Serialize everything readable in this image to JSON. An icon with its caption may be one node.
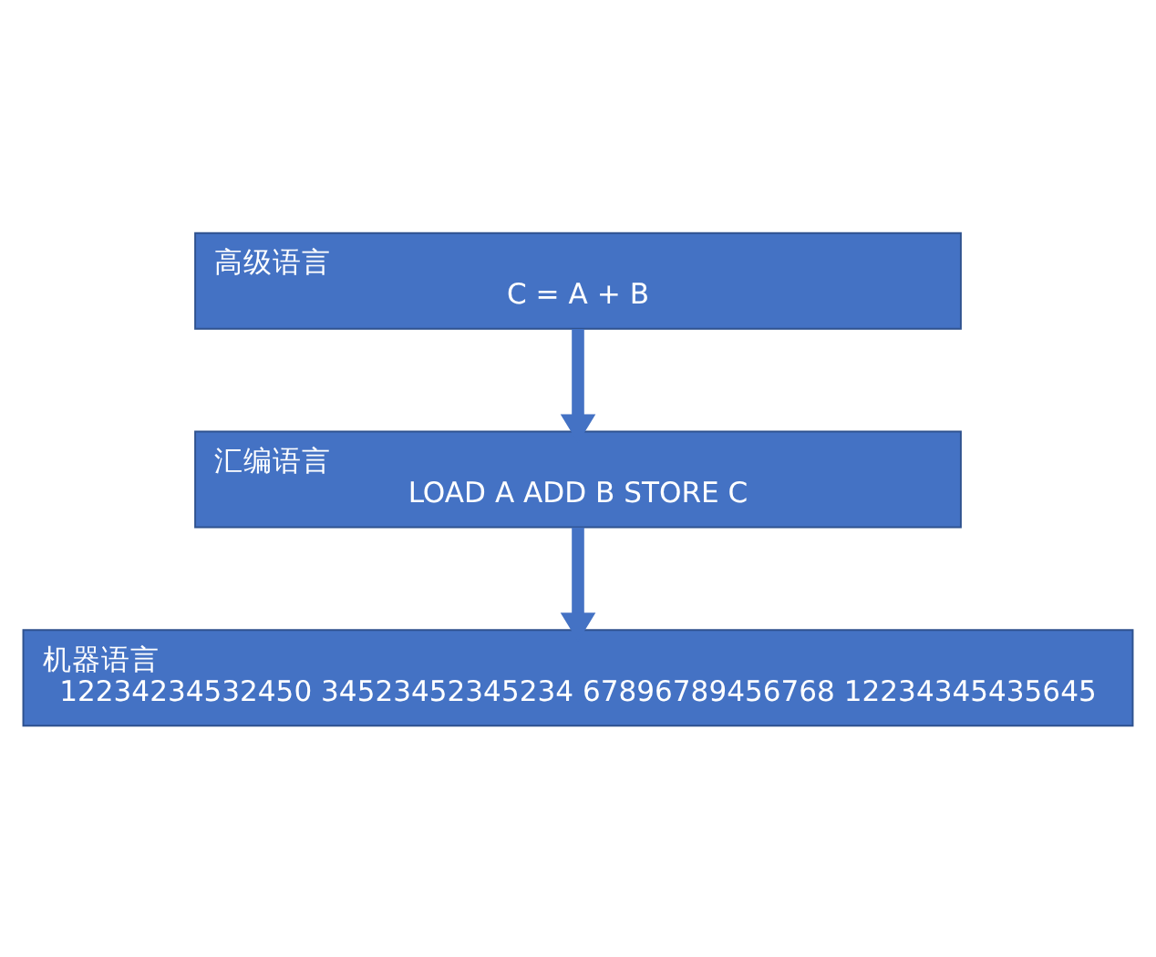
{
  "diagram": {
    "nodes": [
      {
        "text": [
          "高级语言",
          "C = A + B"
        ]
      },
      {
        "text": [
          "汇编语言",
          "LOAD A ADD B STORE C"
        ]
      },
      {
        "text": [
          "机器语言",
          "12234234532450 34523452345234 67896789456768 12234345435645"
        ]
      }
    ],
    "edges": [
      {
        "from": 0,
        "to": 1,
        "arrow": "to"
      },
      {
        "from": 1,
        "to": 2,
        "arrow": "to"
      }
    ]
  }
}
